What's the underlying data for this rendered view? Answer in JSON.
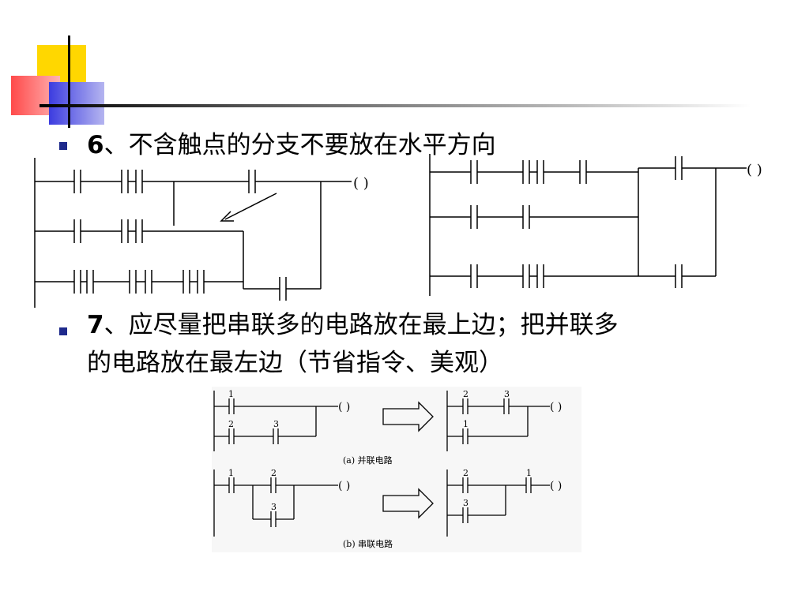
{
  "points": [
    {
      "number": "6",
      "text": "、不含触点的分支不要放在水平方向"
    },
    {
      "number": "7",
      "line1": "、应尽量把串联多的电路放在最上边；把并联多",
      "line2": "的电路放在最左边（节省指令、美观）"
    }
  ],
  "diagrams": {
    "coil_symbol": "( )",
    "contact_labels": [
      "1",
      "2",
      "3"
    ],
    "caption_a": "(a) 并联电路",
    "caption_b": "(b) 串联电路"
  }
}
